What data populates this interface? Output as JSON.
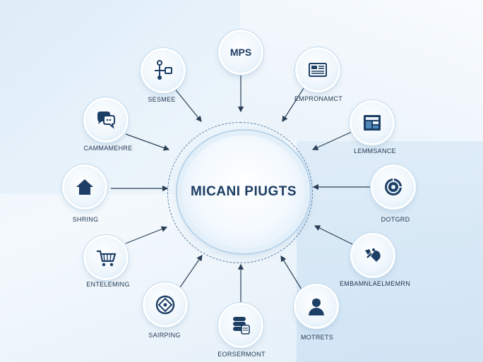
{
  "hub": {
    "title": "MICANI PIUGTS"
  },
  "nodes": [
    {
      "id": "mps",
      "text": "MPS",
      "label": "",
      "icon": "text-badge"
    },
    {
      "id": "empronamct",
      "label": "EMPRONAMCT",
      "icon": "document-icon"
    },
    {
      "id": "lemmsance",
      "label": "LEMMSANCE",
      "icon": "dashboard-icon"
    },
    {
      "id": "dotgrd",
      "label": "DOTGRD",
      "icon": "target-icon"
    },
    {
      "id": "embamnlaelm",
      "label": "EMBAMNLAELMEMRN",
      "icon": "tools-icon"
    },
    {
      "id": "motrets",
      "label": "MOTRETS",
      "icon": "person-icon"
    },
    {
      "id": "eorsermont",
      "label": "EORSERMONT",
      "icon": "database-icon"
    },
    {
      "id": "sairping",
      "label": "SAIRPING",
      "icon": "compass-icon"
    },
    {
      "id": "enteleming",
      "label": "ENTELEMING",
      "icon": "cart-icon"
    },
    {
      "id": "shring",
      "label": "SHRING",
      "icon": "home-icon"
    },
    {
      "id": "cammamehre",
      "label": "CAMMAMEHRE",
      "icon": "chat-icon"
    },
    {
      "id": "sesmee",
      "label": "SESMEE",
      "icon": "network-icon"
    }
  ],
  "colors": {
    "icon": "#1d3f66",
    "accent": "#2f6ea6",
    "line": "#2a3f55"
  }
}
